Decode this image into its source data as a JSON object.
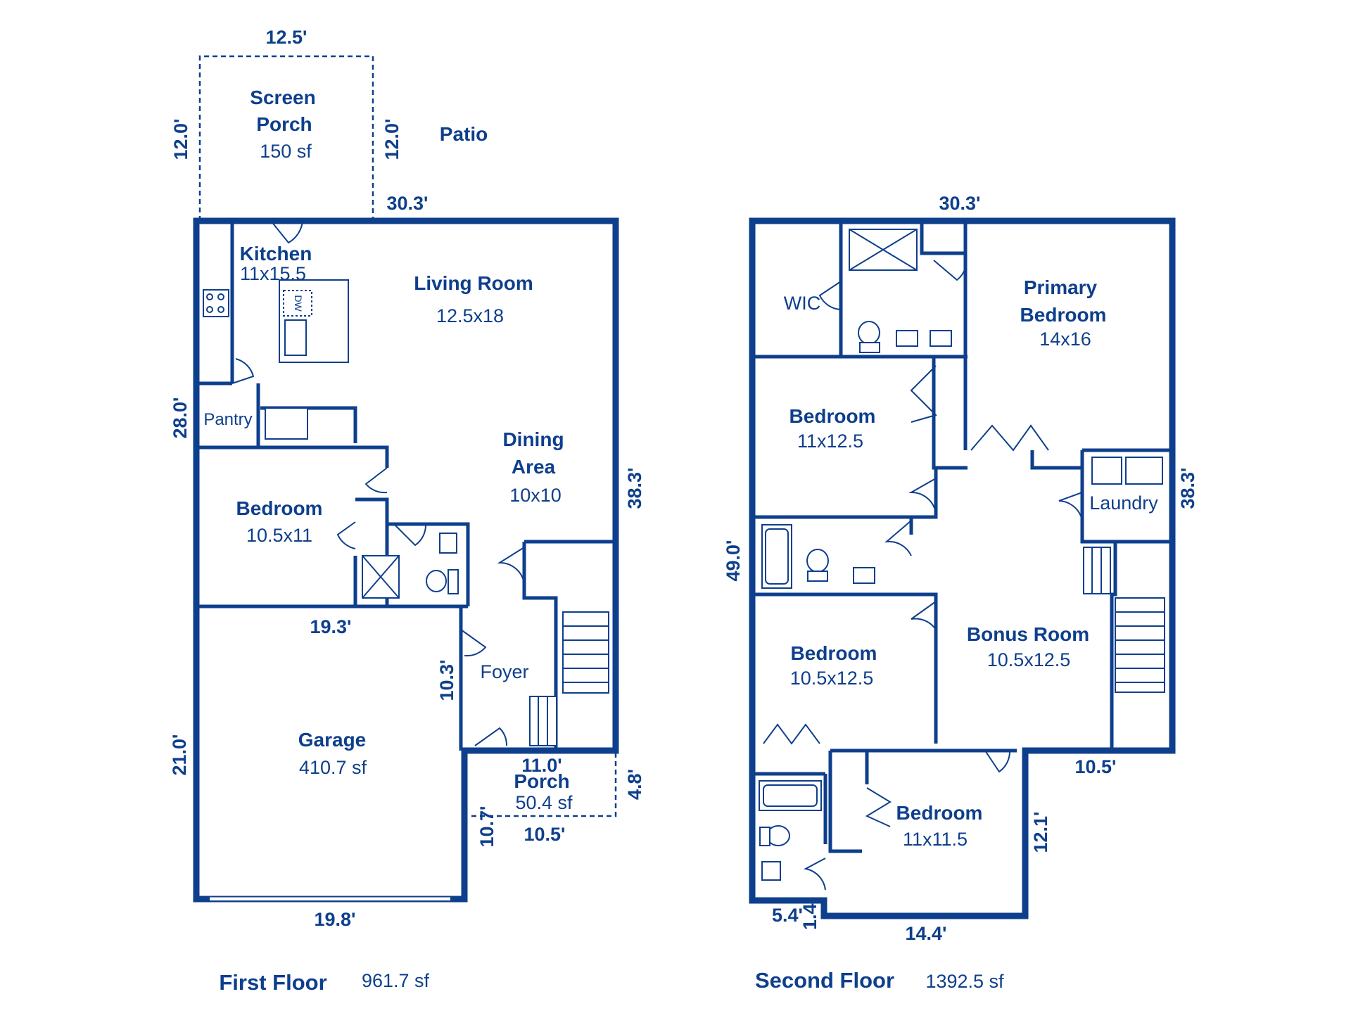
{
  "first_floor": {
    "title": "First Floor",
    "area": "961.7 sf",
    "rooms": {
      "screen_porch_1": "Screen",
      "screen_porch_2": "Porch",
      "screen_porch_area": "150 sf",
      "patio": "Patio",
      "kitchen": "Kitchen",
      "kitchen_size": "11x15.5",
      "living": "Living Room",
      "living_size": "12.5x18",
      "pantry": "Pantry",
      "dining_1": "Dining",
      "dining_2": "Area",
      "dining_size": "10x10",
      "bedroom": "Bedroom",
      "bedroom_size": "10.5x11",
      "foyer": "Foyer",
      "garage": "Garage",
      "garage_area": "410.7 sf",
      "porch": "Porch",
      "porch_area": "50.4 sf",
      "dw": "DW"
    },
    "dims": {
      "porch_width": "12.5'",
      "porch_left": "12.0'",
      "porch_right": "12.0'",
      "top": "30.3'",
      "left_upper": "28.0'",
      "right": "38.3'",
      "mid": "19.3'",
      "foyer": "10.3'",
      "left_lower": "21.0'",
      "bottom": "19.8'",
      "porch_top": "11.0'",
      "porch_side": "4.8'",
      "porch_left_side": "10.7'",
      "porch_bottom": "10.5'"
    }
  },
  "second_floor": {
    "title": "Second Floor",
    "area": "1392.5 sf",
    "rooms": {
      "wic": "WIC",
      "primary_1": "Primary",
      "primary_2": "Bedroom",
      "primary_size": "14x16",
      "bed1": "Bedroom",
      "bed1_size": "11x12.5",
      "laundry": "Laundry",
      "bonus": "Bonus Room",
      "bonus_size": "10.5x12.5",
      "bed2": "Bedroom",
      "bed2_size": "10.5x12.5",
      "bed3": "Bedroom",
      "bed3_size": "11x11.5"
    },
    "dims": {
      "top": "30.3'",
      "right": "38.3'",
      "left": "49.0'",
      "right_lower": "10.5'",
      "bed3_side": "12.1'",
      "bottom": "14.4'",
      "bottom_left": "5.4'",
      "small": "1.4'"
    }
  },
  "colors": {
    "ink": "#0e3f8c",
    "background": "#ffffff"
  }
}
